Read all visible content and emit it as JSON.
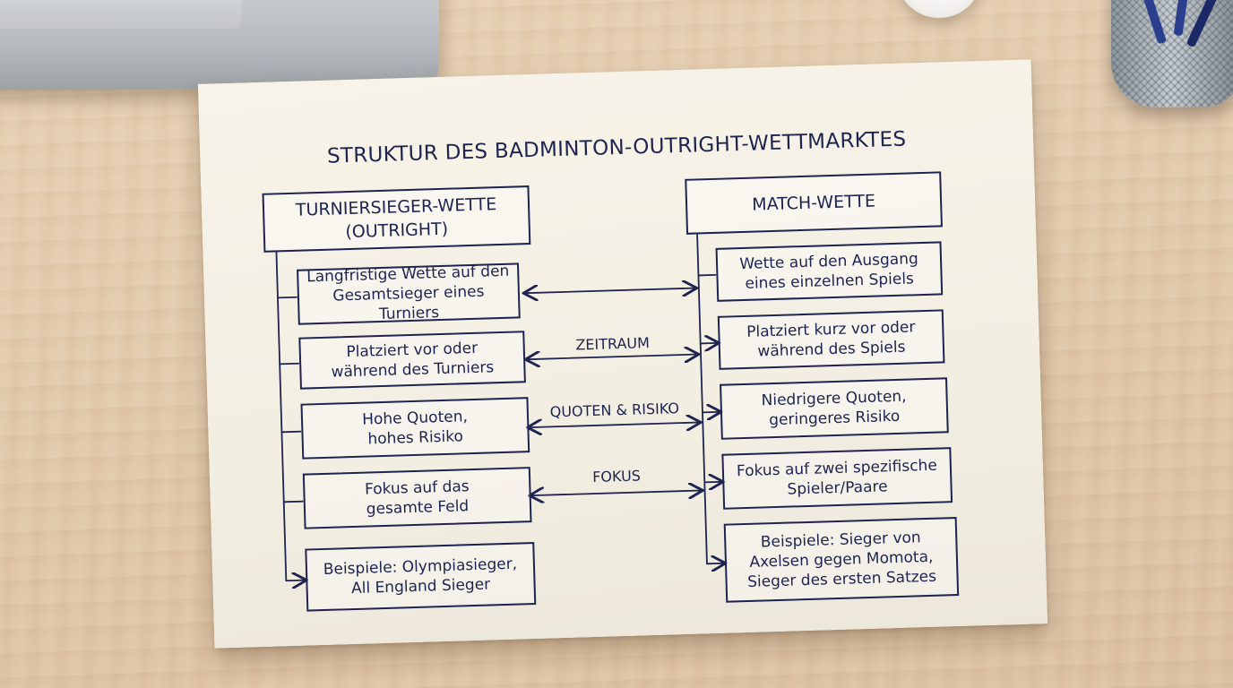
{
  "title": "STRUKTUR DES BADMINTON-OUTRIGHT-WETTMARKTES",
  "left": {
    "header": "TURNIERSIEGER-WETTE\n(OUTRIGHT)",
    "items": [
      "Langfristige Wette auf den\nGesamtsieger eines Turniers",
      "Platziert vor oder\nwährend des Turniers",
      "Hohe Quoten,\nhohes Risiko",
      "Fokus auf das\ngesamte Feld",
      "Beispiele: Olympiasieger,\nAll England Sieger"
    ]
  },
  "right": {
    "header": "MATCH-WETTE",
    "items": [
      "Wette auf den Ausgang\neines einzelnen Spiels",
      "Platziert kurz vor oder\nwährend des Spiels",
      "Niedrigere Quoten,\ngeringeres Risiko",
      "Fokus auf zwei spezifische\nSpieler/Paare",
      "Beispiele: Sieger von\nAxelsen gegen Momota,\nSieger des ersten Satzes"
    ]
  },
  "comparisons": [
    "",
    "ZEITRAUM",
    "QUOTEN & RISIKO",
    "FOKUS"
  ],
  "colors": {
    "ink": "#1e2450",
    "paper": "#f4f0e5",
    "desk": "#e2c9aa"
  }
}
